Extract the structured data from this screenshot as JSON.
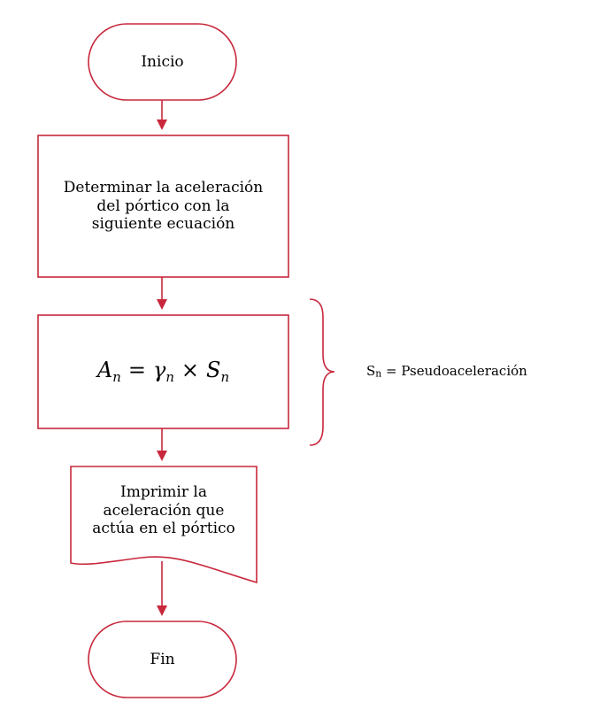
{
  "colors": {
    "stroke": "#c8283c",
    "text": "#000000",
    "background": "#ffffff"
  },
  "flowchart": {
    "start": {
      "label": "Inicio"
    },
    "process": {
      "label": "Determinar la aceleración\ndel pórtico con la\nsiguiente ecuación"
    },
    "equation": {
      "lhs": "A",
      "lhs_sub": "n",
      "equals": "=",
      "term1": "γ",
      "term1_sub": "n",
      "times": "×",
      "term2": "S",
      "term2_sub": "n"
    },
    "output": {
      "label": "Imprimir la\naceleración que\nactúa en el pórtico"
    },
    "end": {
      "label": "Fin"
    }
  },
  "annotation": {
    "symbol": "S",
    "symbol_sub": "n",
    "text": " = Pseudoaceleración"
  }
}
